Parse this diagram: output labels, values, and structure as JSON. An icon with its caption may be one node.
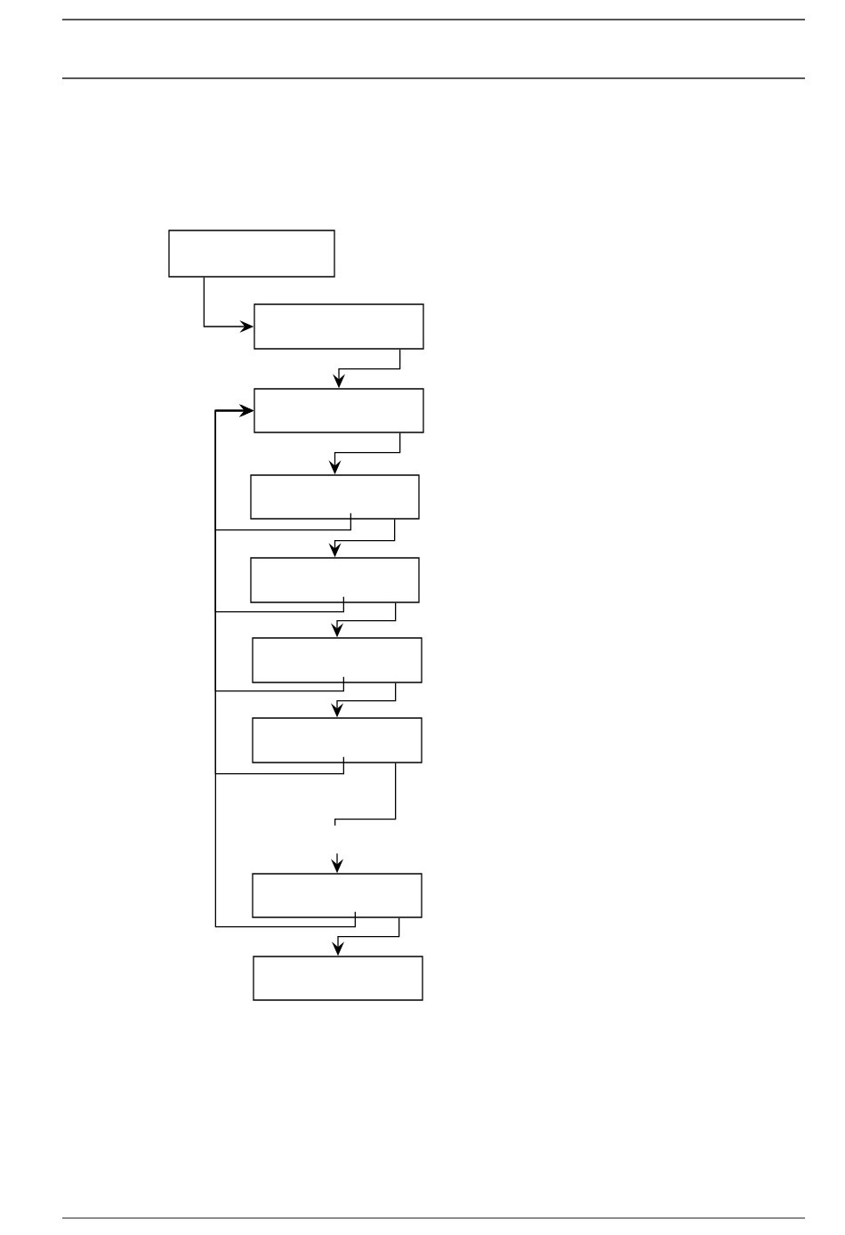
{
  "diagram": {
    "nodes": [
      {
        "text": [],
        "shape": "box"
      },
      {
        "text": [],
        "shape": "box"
      },
      {
        "text": [],
        "shape": "box"
      },
      {
        "text": [],
        "shape": "box"
      },
      {
        "text": [],
        "shape": "box"
      },
      {
        "text": [],
        "shape": "box"
      },
      {
        "text": [],
        "shape": "box"
      },
      {
        "text": [],
        "shape": "box"
      },
      {
        "text": [],
        "shape": "box"
      }
    ],
    "edges": [
      {
        "from": 0,
        "to": 1,
        "arrow": "to"
      },
      {
        "from": 1,
        "to": 2,
        "arrow": "to"
      },
      {
        "from": 2,
        "to": 3,
        "arrow": "to"
      },
      {
        "from": 3,
        "to": 4,
        "arrow": "to"
      },
      {
        "from": 4,
        "to": 5,
        "arrow": "to"
      },
      {
        "from": 5,
        "to": 6,
        "arrow": "to"
      },
      {
        "from": 6,
        "to": null,
        "arrow": "none"
      },
      {
        "from": null,
        "to": 7,
        "arrow": "to"
      },
      {
        "from": 7,
        "to": 8,
        "arrow": "to"
      },
      {
        "from": 3,
        "to": 2,
        "arrow": "to"
      },
      {
        "from": 4,
        "to": 2,
        "arrow": "to"
      },
      {
        "from": 5,
        "to": 2,
        "arrow": "to"
      },
      {
        "from": 6,
        "to": 2,
        "arrow": "to"
      },
      {
        "from": 7,
        "to": 2,
        "arrow": "to"
      }
    ]
  }
}
